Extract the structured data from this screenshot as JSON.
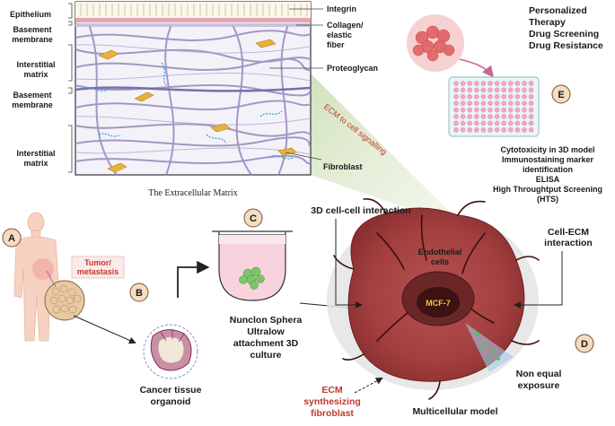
{
  "ecm_panel": {
    "title": "The Extracellular Matrix",
    "left_labels": [
      "Epithelium",
      "Basement",
      "membrane",
      "Interstitial",
      "matrix",
      "Basement",
      "membrane",
      "Interstitial",
      "matrix"
    ],
    "right_labels": [
      "Integrin",
      "Collagen/",
      "elastic",
      "fiber",
      "Proteoglycan",
      "Fibroblast"
    ],
    "signal_label": "ECM to cell signalling"
  },
  "panel_e": {
    "letter": "E",
    "applications": [
      "Personalized",
      "Therapy",
      "Drug Screening",
      "Drug Resistance"
    ],
    "assays": [
      "Cytotoxicity in 3D model",
      "Immunostaining marker",
      "identification",
      "ELISA",
      "High Throughtput Screening",
      "(HTS)"
    ]
  },
  "panel_a": {
    "letter": "A",
    "tumor_label_1": "Tumor/",
    "tumor_label_2": "metastasis"
  },
  "panel_b": {
    "letter": "B",
    "caption_1": "Cancer tissue",
    "caption_2": "organoid"
  },
  "panel_c": {
    "letter": "C",
    "caption": [
      "Nunclon Sphera",
      "Ultralow",
      "attachment 3D",
      "culture"
    ]
  },
  "panel_d": {
    "letter": "D",
    "cell_cell": "3D cell-cell interaction",
    "cell_ecm_1": "Cell-ECM",
    "cell_ecm_2": "interaction",
    "endothelial_1": "Endothelial",
    "endothelial_2": "cells",
    "core": "MCF-7",
    "non_equal_1": "Non equal",
    "non_equal_2": "exposure",
    "fibroblast": [
      "ECM",
      "synthesizing",
      "fibroblast"
    ],
    "model": "Multicellular model"
  },
  "colors": {
    "accent_red": "#c0392b",
    "badge_fill": "#f3dcc0",
    "badge_stroke": "#7a5230",
    "spheroid": "#a43a3a"
  }
}
